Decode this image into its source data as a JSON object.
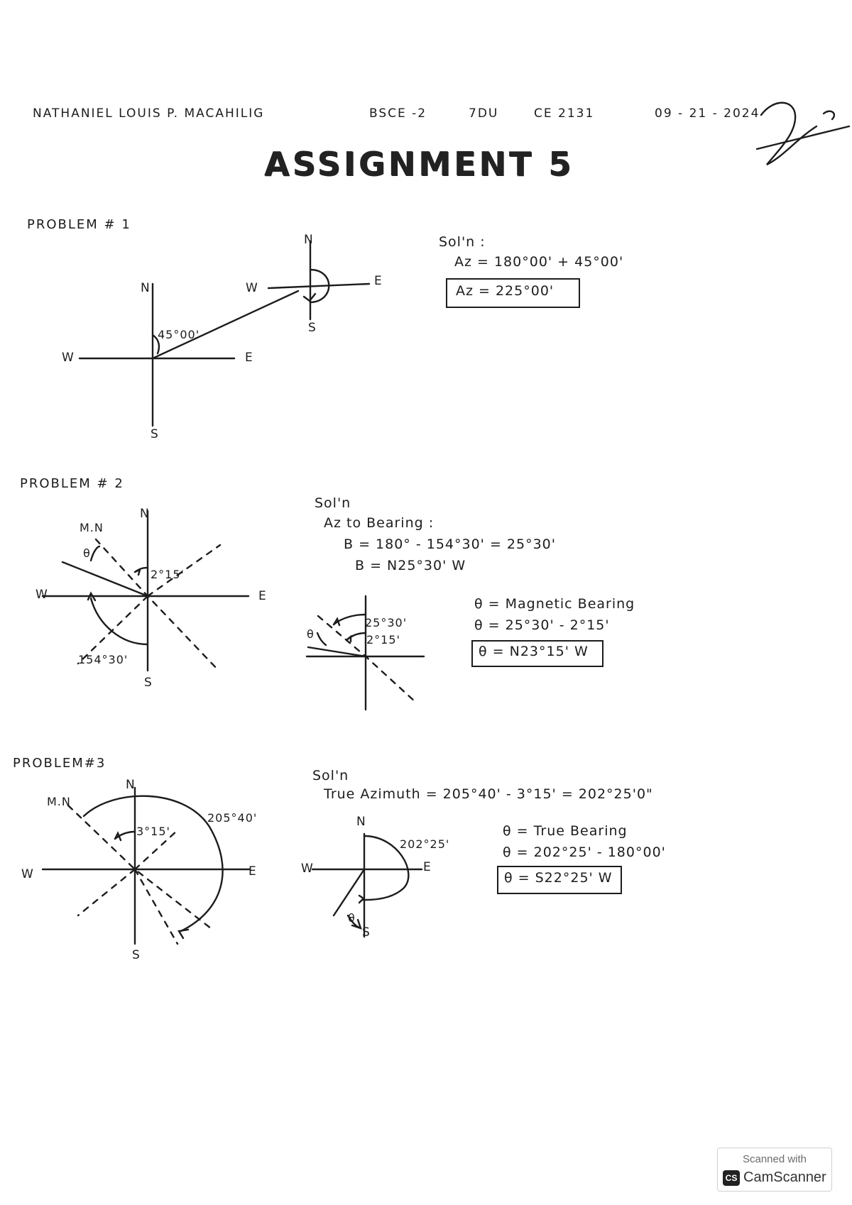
{
  "header": {
    "name": "NATHANIEL LOUIS P. MACAHILIG",
    "program": "BSCE -2",
    "section": "7DU",
    "course": "CE 2131",
    "date": "09 - 21 - 2024"
  },
  "title": "ASSIGNMENT 5",
  "problem1": {
    "label": "PROBLEM # 1",
    "angle": "45°00'",
    "sol_label": "Sol'n :",
    "line1": "Az = 180°00' + 45°00'",
    "answer": "Az = 225°00'",
    "axes": {
      "n": "N",
      "s": "S",
      "e": "E",
      "w": "W"
    }
  },
  "problem2": {
    "label": "PROBLEM # 2",
    "mn": "M.N",
    "angle_theta": "θ",
    "angle_decl": "2°15'",
    "angle_az": "154°30'",
    "sol_label": "Sol'n",
    "step_title": "Az to Bearing :",
    "step1": "B = 180° - 154°30' = 25°30'",
    "step2": "B = N25°30' W",
    "small_angle1": "25°30'",
    "small_angle2": "2°15'",
    "def": "θ = Magnetic Bearing",
    "calc": "θ = 25°30' - 2°15'",
    "answer": "θ = N23°15' W",
    "axes": {
      "n": "N",
      "s": "S",
      "e": "E",
      "w": "W"
    }
  },
  "problem3": {
    "label": "PROBLEM#3",
    "mn": "M.N",
    "angle_decl": "3°15'",
    "angle_az": "205°40'",
    "sol_label": "Sol'n",
    "azimuth": "True Azimuth = 205°40' - 3°15' = 202°25'0\"",
    "small_angle": "202°25'",
    "small_theta": "θ",
    "def": "θ = True Bearing",
    "calc": "θ = 202°25' - 180°00'",
    "answer": "θ = S22°25' W",
    "axes": {
      "n": "N",
      "s": "S",
      "e": "E",
      "w": "W"
    }
  },
  "watermark": {
    "top": "Scanned with",
    "logo": "CS",
    "name": "CamScanner"
  }
}
